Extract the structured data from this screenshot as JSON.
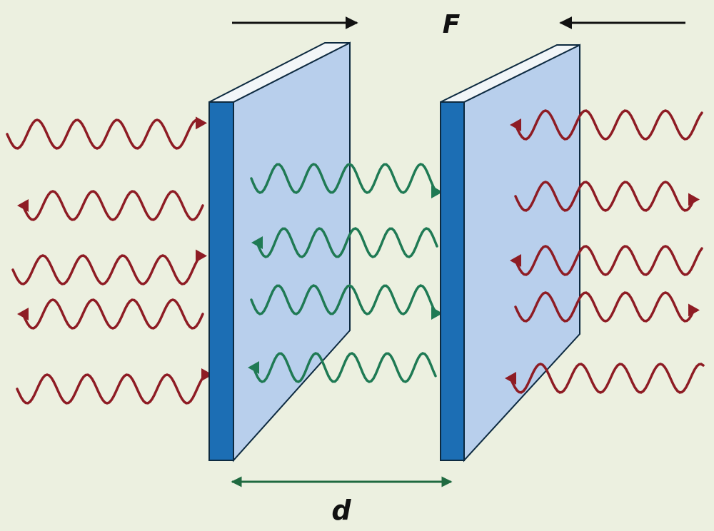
{
  "labels": {
    "force": "F",
    "distance": "d"
  },
  "colors": {
    "background": "#ecf0e0",
    "plate_face": "#b8cfec",
    "plate_edge": "#1c6eb4",
    "plate_top": "#f2f6f8",
    "outside_wave": "#8e1c24",
    "inside_wave": "#1f7a54",
    "force_arrow": "#111111",
    "distance_arrow": "#1f6a40"
  },
  "waves": {
    "outside_left_count": 5,
    "outside_right_count": 5,
    "between_plates_count": 4
  }
}
